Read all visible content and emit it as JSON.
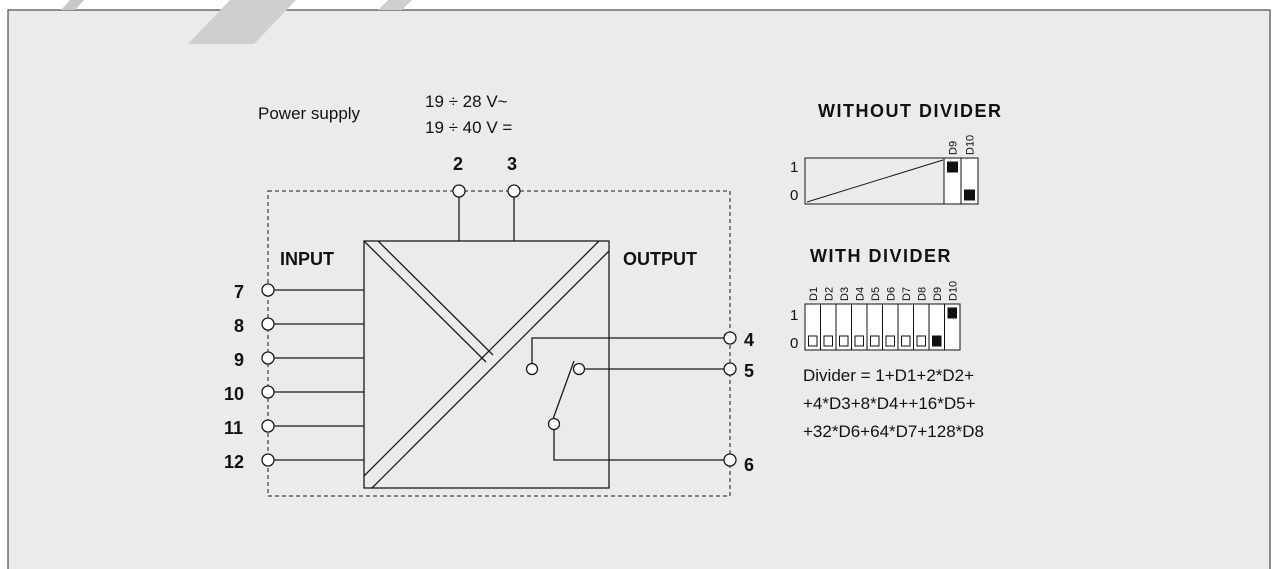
{
  "power": {
    "label": "Power supply",
    "ac_range": "19 ÷ 28 V~",
    "dc_range": "19 ÷ 40 V  ="
  },
  "terminals": {
    "power": [
      "2",
      "3"
    ],
    "input": [
      "7",
      "8",
      "9",
      "10",
      "11",
      "12"
    ],
    "output": [
      "4",
      "5",
      "6"
    ]
  },
  "labels": {
    "input": "INPUT",
    "output": "OUTPUT"
  },
  "without_divider": {
    "title": "WITHOUT DIVIDER",
    "row_high": "1",
    "row_low": "0",
    "switches": [
      {
        "name": "D9",
        "state": 1
      },
      {
        "name": "D10",
        "state": 0
      }
    ]
  },
  "with_divider": {
    "title": "WITH DIVIDER",
    "row_high": "1",
    "row_low": "0",
    "switches": [
      {
        "name": "D1",
        "state": 0
      },
      {
        "name": "D2",
        "state": 0
      },
      {
        "name": "D3",
        "state": 0
      },
      {
        "name": "D4",
        "state": 0
      },
      {
        "name": "D5",
        "state": 0
      },
      {
        "name": "D6",
        "state": 0
      },
      {
        "name": "D7",
        "state": 0
      },
      {
        "name": "D8",
        "state": 0
      },
      {
        "name": "D9",
        "state": 0
      },
      {
        "name": "D10",
        "state": 1
      }
    ],
    "formula": [
      "Divider = 1+D1+2*D2+",
      "+4*D3+8*D4++16*D5+",
      "+32*D6+64*D7+128*D8"
    ]
  },
  "colors": {
    "background": "#ebebeb",
    "line": "#1a1a1a"
  }
}
